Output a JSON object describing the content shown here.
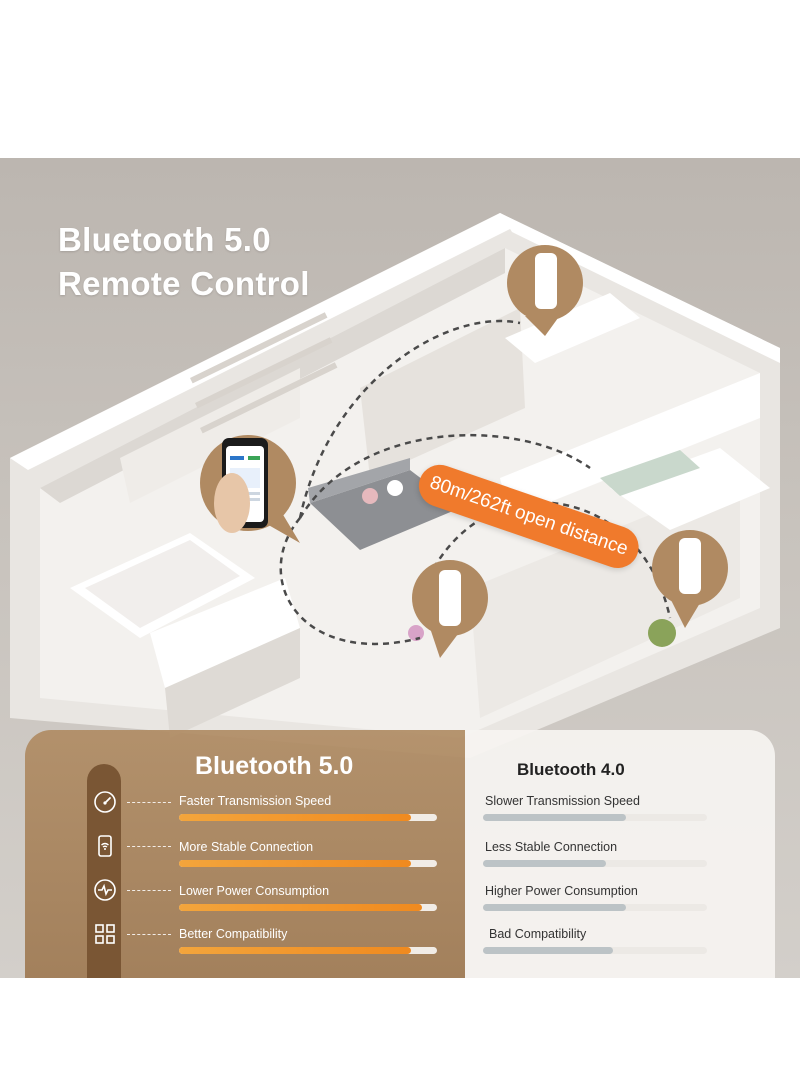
{
  "headline": {
    "line1": "Bluetooth 5.0",
    "line2": "Remote Control"
  },
  "distance_badge": "80m/262ft open distance",
  "colors": {
    "accent_orange": "#f07a2c",
    "panel_brown": "#a87f57",
    "rail_brown": "#7a5634",
    "muted_bar": "#bcc3c6"
  },
  "comparison": {
    "left": {
      "title": "Bluetooth 5.0",
      "features": [
        {
          "icon": "speedometer-icon",
          "label": "Faster Transmission Speed",
          "level": 0.9
        },
        {
          "icon": "phone-wifi-icon",
          "label": "More Stable Connection",
          "level": 0.9
        },
        {
          "icon": "pulse-icon",
          "label": "Lower Power Consumption",
          "level": 0.94
        },
        {
          "icon": "grid-icon",
          "label": "Better Compatibility",
          "level": 0.9
        }
      ]
    },
    "right": {
      "title": "Bluetooth 4.0",
      "features": [
        {
          "label": "Slower Transmission Speed",
          "level": 0.64
        },
        {
          "label": "Less Stable Connection",
          "level": 0.55
        },
        {
          "label": "Higher Power Consumption",
          "level": 0.64
        },
        {
          "label": "Bad Compatibility",
          "level": 0.58
        }
      ]
    }
  }
}
